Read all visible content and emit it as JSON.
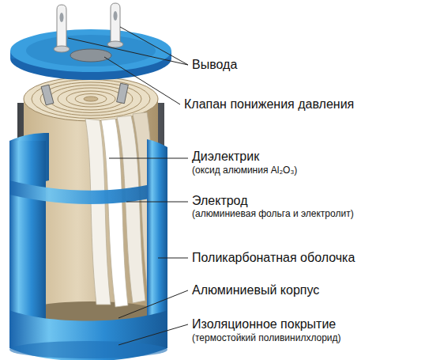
{
  "diagram": {
    "labels": [
      "Вывода",
      "Клапан понижения давления",
      "Диэлектрик",
      "(оксид алюминия Al₂O₃)",
      "Электрод",
      "(алюминиевая фольга и электролит)",
      "Поликарбонатная оболочка",
      "Алюминиевый корпус",
      "Изоляционное покрытие",
      "(термостойкий поливинилхлорид)"
    ]
  }
}
